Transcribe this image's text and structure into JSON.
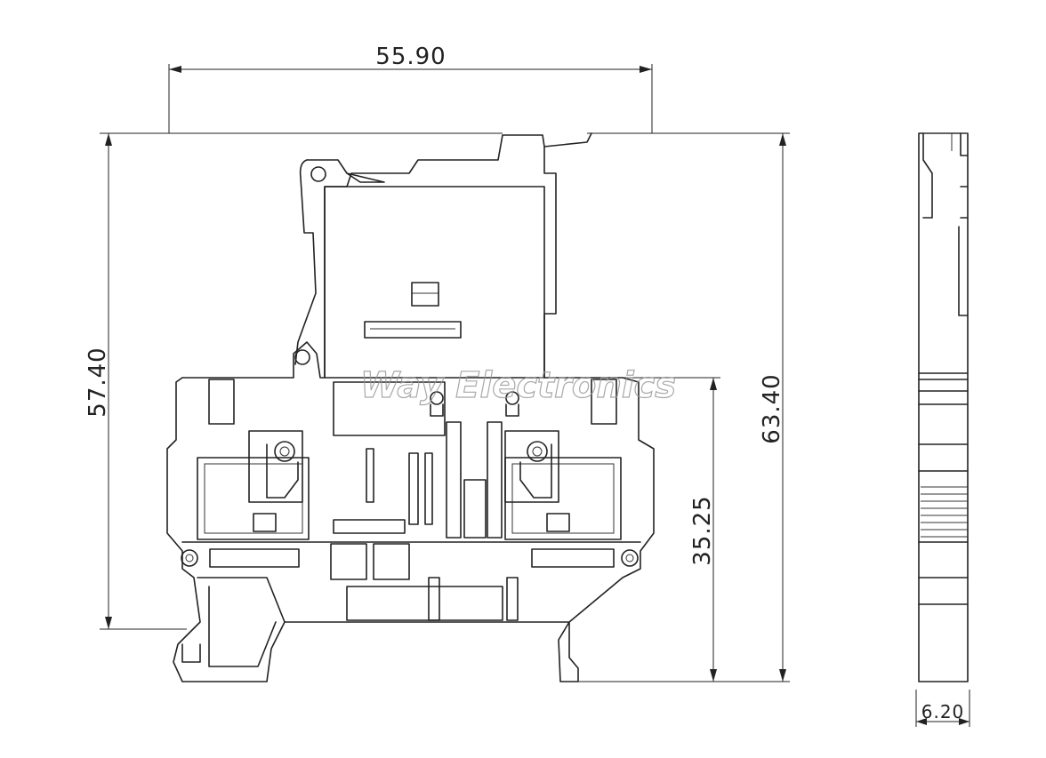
{
  "dimensions": {
    "width_top": "55.90",
    "height_left": "57.40",
    "height_right": "63.40",
    "rail_height": "35.25",
    "side_width": "6.20"
  },
  "watermark": "Way Electronics",
  "colors": {
    "line": "#222222",
    "watermark": "#9a9a9a",
    "background": "#ffffff"
  }
}
